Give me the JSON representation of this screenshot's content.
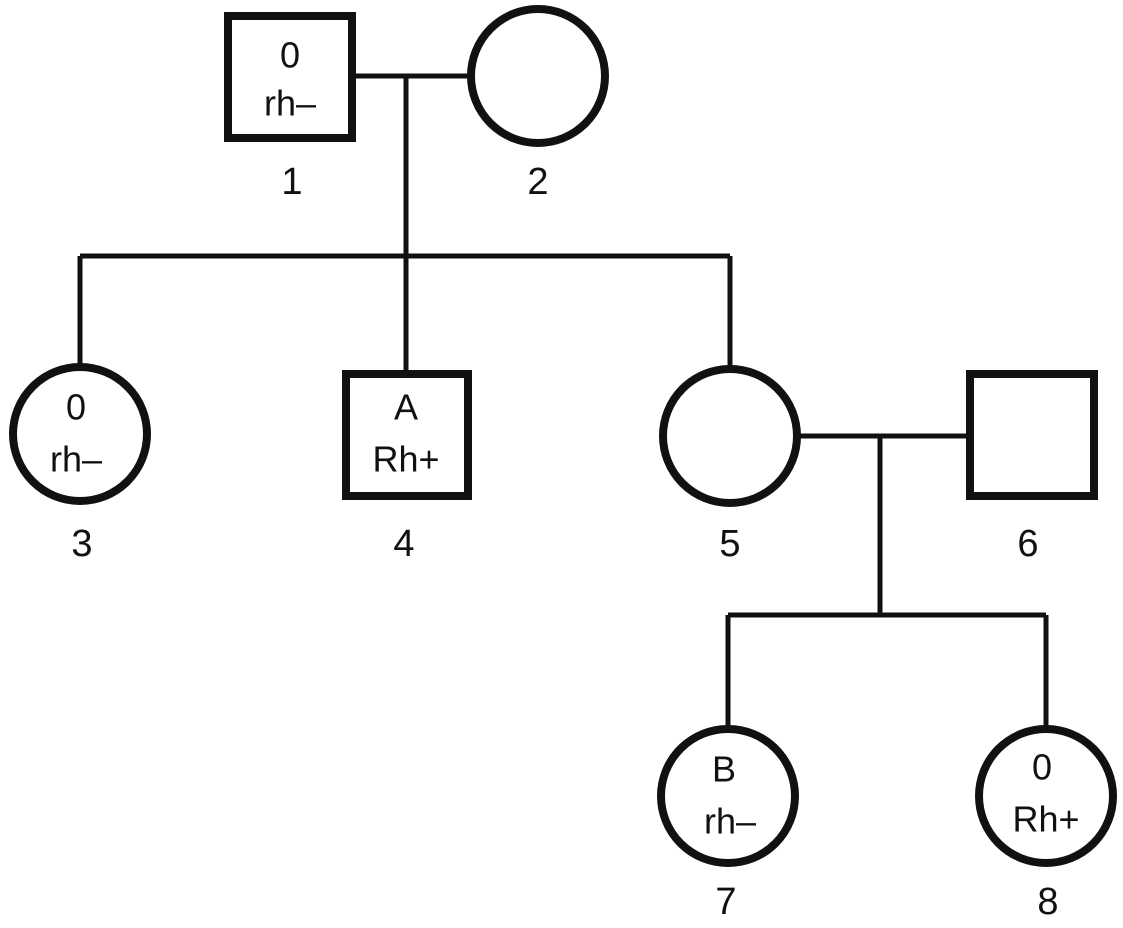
{
  "individuals": [
    {
      "id": "1",
      "sex": "male",
      "blood_group": "0",
      "rh": "rh–"
    },
    {
      "id": "2",
      "sex": "female",
      "blood_group": "",
      "rh": ""
    },
    {
      "id": "3",
      "sex": "female",
      "blood_group": "0",
      "rh": "rh–"
    },
    {
      "id": "4",
      "sex": "male",
      "blood_group": "A",
      "rh": "Rh+"
    },
    {
      "id": "5",
      "sex": "female",
      "blood_group": "",
      "rh": ""
    },
    {
      "id": "6",
      "sex": "male",
      "blood_group": "",
      "rh": ""
    },
    {
      "id": "7",
      "sex": "female",
      "blood_group": "B",
      "rh": "rh–"
    },
    {
      "id": "8",
      "sex": "female",
      "blood_group": "0",
      "rh": "Rh+"
    }
  ],
  "couples": [
    {
      "partners": [
        "1",
        "2"
      ],
      "children": [
        "3",
        "4",
        "5"
      ]
    },
    {
      "partners": [
        "5",
        "6"
      ],
      "children": [
        "7",
        "8"
      ]
    }
  ]
}
